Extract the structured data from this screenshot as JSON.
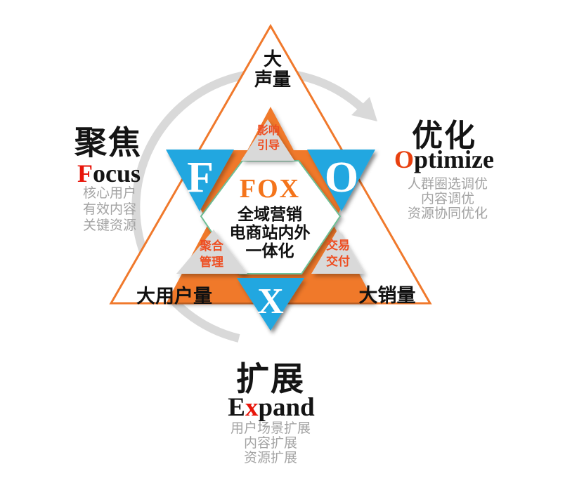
{
  "diagram": {
    "name": "FOX full-domain marketing model",
    "cycle_arrow": "clockwise-cycle-arrow",
    "center": {
      "brand": "FOX",
      "lines": [
        "全域营销",
        "电商站内外",
        "一体化"
      ]
    },
    "outer_corners": {
      "top_line1": "大",
      "top_line2": "声量",
      "bottom_left": "大用户量",
      "bottom_right": "大销量"
    },
    "nodes": {
      "f": "F",
      "o": "O",
      "x": "X"
    },
    "stages": {
      "top": {
        "line1": "影响",
        "line2": "引导"
      },
      "left": {
        "line1": "聚合",
        "line2": "管理"
      },
      "right": {
        "line1": "交易",
        "line2": "交付"
      }
    },
    "sections": {
      "focus": {
        "heading": "聚焦",
        "word_initial": "F",
        "word_rest": "ocus",
        "items": [
          "核心用户",
          "有效内容",
          "关键资源"
        ]
      },
      "optimize": {
        "heading": "优化",
        "word_initial": "O",
        "word_rest": "ptimize",
        "items": [
          "人群圈选调优",
          "内容调优",
          "资源协同优化"
        ]
      },
      "expand": {
        "heading": "扩展",
        "word_pre": "E",
        "word_accent": "x",
        "word_rest": "pand",
        "items": [
          "用户场景扩展",
          "内容扩展",
          "资源扩展"
        ]
      }
    },
    "colors": {
      "orange": "#F0792C",
      "blue": "#22A7E0",
      "gray_arc": "#D9D9D9",
      "gray_triangle": "#D9D9D9",
      "stage_red": "#EE4E22",
      "accent_red": "#E8150A",
      "hex_border": "#6EBF96",
      "white": "#FFFFFF"
    }
  }
}
